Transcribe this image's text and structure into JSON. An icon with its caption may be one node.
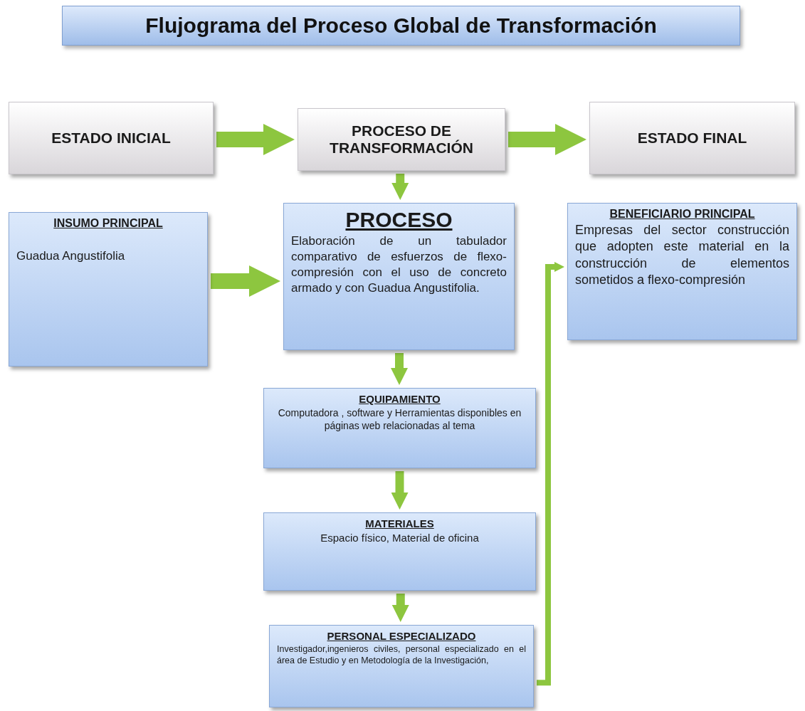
{
  "diagram": {
    "title": "Flujograma del Proceso Global de Transformación",
    "nodes": [
      {
        "text": [
          "ESTADO INICIAL"
        ]
      },
      {
        "text": [
          "PROCESO DE TRANSFORMACIÓN"
        ]
      },
      {
        "text": [
          "ESTADO FINAL"
        ]
      },
      {
        "text": [
          "INSUMO PRINCIPAL",
          "Guadua Angustifolia"
        ]
      },
      {
        "text": [
          "PROCESO",
          "Elaboración de un tabulador comparativo de esfuerzos de flexo-compresión con el uso de concreto armado y con Guadua Angustifolia."
        ]
      },
      {
        "text": [
          "EQUIPAMIENTO",
          "Computadora , software y Herramientas disponibles en páginas web relacionadas al tema"
        ]
      },
      {
        "text": [
          "MATERIALES",
          "Espacio físico, Material de oficina"
        ]
      },
      {
        "text": [
          "PERSONAL ESPECIALIZADO",
          "Investigador,ingenieros civiles, personal especializado en el área de Estudio y en Metodología de la Investigación,"
        ]
      },
      {
        "text": [
          "BENEFICIARIO PRINCIPAL",
          "Empresas del sector construcción que adopten este material en la construcción de elementos sometidos a flexo-compresión"
        ]
      }
    ],
    "edges": [
      {
        "from": 0,
        "to": 1,
        "arrow": "to",
        "style": "thick"
      },
      {
        "from": 1,
        "to": 2,
        "arrow": "to",
        "style": "thick"
      },
      {
        "from": 1,
        "to": 4,
        "arrow": "to"
      },
      {
        "from": 3,
        "to": 4,
        "arrow": "to",
        "style": "thick"
      },
      {
        "from": 4,
        "to": 5,
        "arrow": "to"
      },
      {
        "from": 5,
        "to": 6,
        "arrow": "to"
      },
      {
        "from": 6,
        "to": 7,
        "arrow": "to"
      },
      {
        "from": 7,
        "to": 8,
        "arrow": "to"
      }
    ]
  }
}
